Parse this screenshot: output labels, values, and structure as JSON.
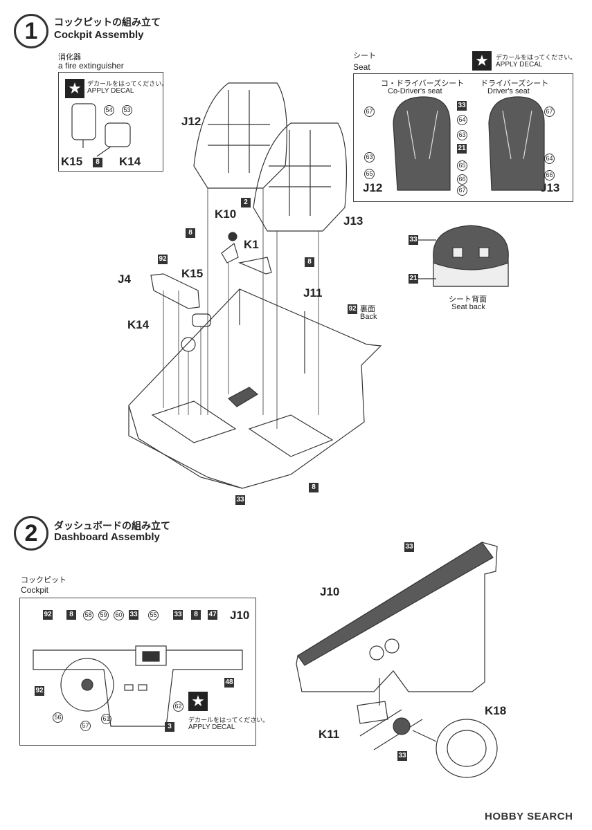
{
  "step1": {
    "number": "1",
    "title_jp": "コックピットの組み立て",
    "title_en": "Cockpit Assembly",
    "extinguisher": {
      "label_jp": "消化器",
      "label_en": "a fire extinguisher",
      "decal_jp": "デカールをはってください。",
      "decal_en": "APPLY DECAL",
      "decals": [
        "54",
        "53"
      ],
      "parts": [
        "K15",
        "8",
        "K14"
      ]
    },
    "seat": {
      "label_jp": "シート",
      "label_en": "Seat",
      "decal_jp": "デカールをはってください。",
      "decal_en": "APPLY DECAL",
      "codriver_jp": "コ・ドライバーズシート",
      "codriver_en": "Co-Driver's seat",
      "driver_jp": "ドライバーズシート",
      "driver_en": "Driver's seat",
      "decals": [
        "67",
        "33",
        "67",
        "64",
        "63",
        "21",
        "63",
        "64",
        "65",
        "66",
        "65",
        "66",
        "67"
      ],
      "parts": [
        "J12",
        "J13"
      ]
    },
    "seatback": {
      "label_jp": "シート背面",
      "label_en": "Seat back",
      "colors": [
        "33",
        "21"
      ]
    },
    "main_parts": {
      "j12": "J12",
      "j13": "J13",
      "k10": "K10",
      "k1": "K1",
      "j4": "J4",
      "k15": "K15",
      "k14": "K14",
      "j11": "J11",
      "c2": "2",
      "c8a": "8",
      "c8b": "8",
      "c92": "92",
      "c92b": "92",
      "c8c": "8",
      "c33": "33",
      "back_jp": "裏面",
      "back_en": "Back"
    }
  },
  "step2": {
    "number": "2",
    "title_jp": "ダッシュボードの組み立て",
    "title_en": "Dashboard Assembly",
    "cockpit": {
      "label_jp": "コックピット",
      "label_en": "Cockpit",
      "top_codes": [
        "92",
        "8",
        "58",
        "59",
        "60",
        "33",
        "55",
        "33",
        "8",
        "47"
      ],
      "part": "J10",
      "side_codes": [
        "92",
        "56",
        "57",
        "61",
        "62",
        "3",
        "48"
      ],
      "decal_jp": "デカールをはってください。",
      "decal_en": "APPLY DECAL"
    },
    "dash": {
      "j10": "J10",
      "c33": "33",
      "k11": "K11",
      "k18": "K18",
      "c33b": "33"
    }
  },
  "watermark": "HOBBY SEARCH",
  "colors": {
    "line": "#333333",
    "paint": "#5a5a5a",
    "chip": "#333333"
  }
}
